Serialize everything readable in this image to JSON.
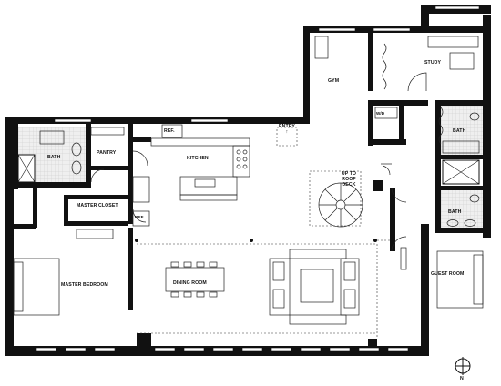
{
  "rooms": {
    "gym": "GYM",
    "study": "STUDY",
    "wd": "W/D",
    "entry_line1": "ENTRY",
    "entry_line2": "↑",
    "ref_kitchen": "REF.",
    "pantry": "PANTRY",
    "kitchen": "KITCHEN",
    "bath_master": "BATH",
    "master_closet": "MASTER CLOSET",
    "master_bedroom": "MASTER BEDROOM",
    "ref_small": "REF.",
    "dining_room": "DINING ROOM",
    "stair_line1": "UP TO",
    "stair_line2": "ROOF",
    "stair_line3": "DECK",
    "bath_guest_upper": "BATH",
    "bath_guest_lower": "BATH",
    "guest_room": "GUEST ROOM"
  },
  "compass": {
    "north_label": "N"
  },
  "colors": {
    "wall": "#111111",
    "line": "#222222",
    "paper": "#ffffff",
    "tile": "#e6e6e6"
  }
}
